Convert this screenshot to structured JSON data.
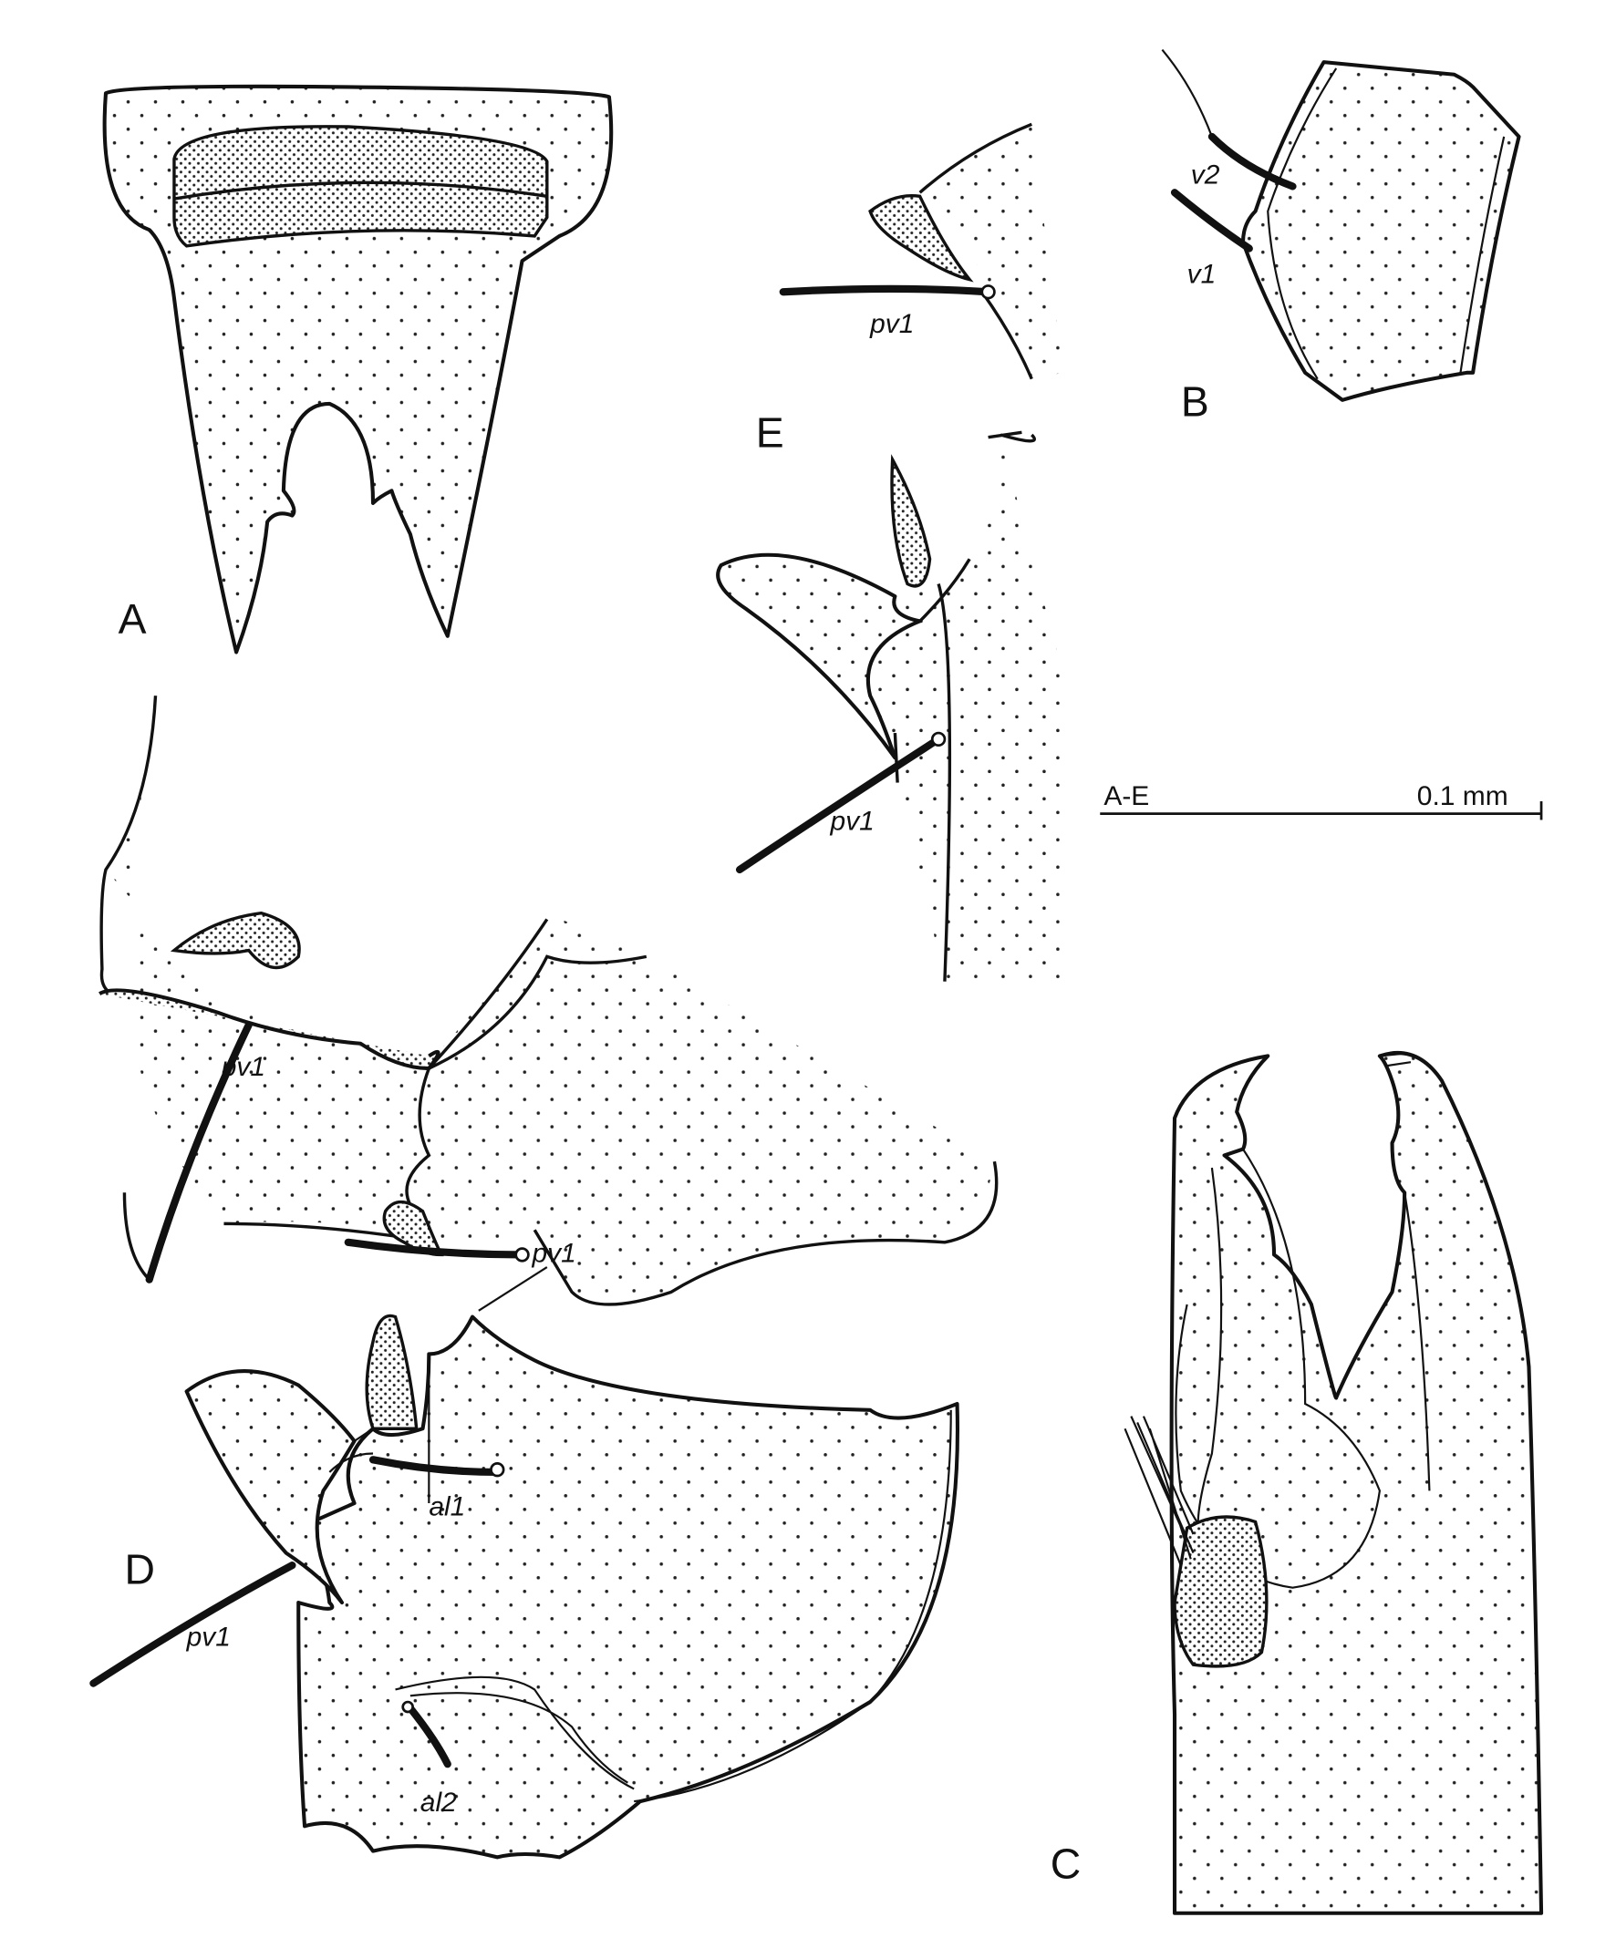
{
  "figure": {
    "panels": [
      "A",
      "B",
      "C",
      "D",
      "E"
    ],
    "setae_labels": {
      "v1": "v1",
      "v2": "v2",
      "pv1": "pv1",
      "al1": "al1",
      "al2": "al2"
    },
    "scale_bar": {
      "panels": "A-E",
      "length": "0.1 mm"
    }
  }
}
